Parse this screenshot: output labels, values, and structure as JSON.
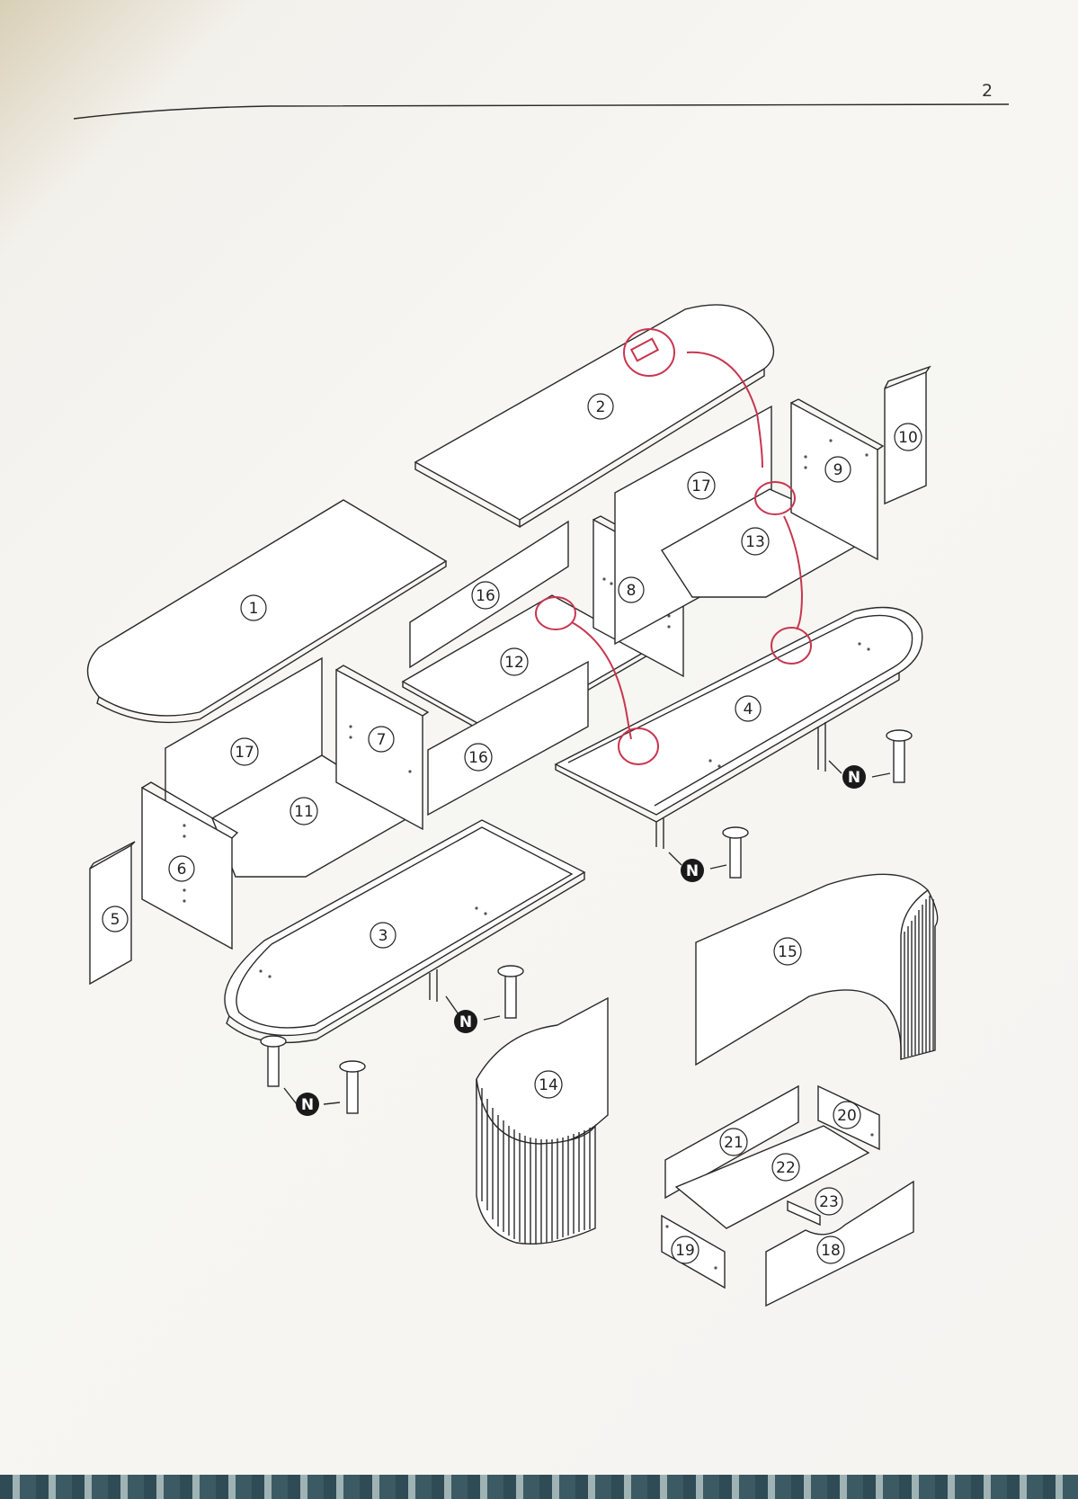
{
  "page": {
    "number": "2"
  },
  "colors": {
    "line": "#2a2a2a",
    "paper": "#f6f5f2",
    "annotation": "#c8364f",
    "hardware_badge": "#1a1a1a"
  },
  "parts": [
    {
      "id": "p1",
      "label": "1"
    },
    {
      "id": "p2",
      "label": "2"
    },
    {
      "id": "p3",
      "label": "3"
    },
    {
      "id": "p4",
      "label": "4"
    },
    {
      "id": "p5",
      "label": "5"
    },
    {
      "id": "p6",
      "label": "6"
    },
    {
      "id": "p7",
      "label": "7"
    },
    {
      "id": "p8",
      "label": "8"
    },
    {
      "id": "p9",
      "label": "9"
    },
    {
      "id": "p10",
      "label": "10"
    },
    {
      "id": "p11",
      "label": "11"
    },
    {
      "id": "p12",
      "label": "12"
    },
    {
      "id": "p13",
      "label": "13"
    },
    {
      "id": "p14",
      "label": "14"
    },
    {
      "id": "p15",
      "label": "15"
    },
    {
      "id": "p16a",
      "label": "16"
    },
    {
      "id": "p16b",
      "label": "16"
    },
    {
      "id": "p17a",
      "label": "17"
    },
    {
      "id": "p17b",
      "label": "17"
    },
    {
      "id": "p18",
      "label": "18"
    },
    {
      "id": "p19",
      "label": "19"
    },
    {
      "id": "p20",
      "label": "20"
    },
    {
      "id": "p21",
      "label": "21"
    },
    {
      "id": "p22",
      "label": "22"
    },
    {
      "id": "p23",
      "label": "23"
    }
  ],
  "hardware": [
    {
      "id": "n1",
      "label": "N"
    },
    {
      "id": "n2",
      "label": "N"
    },
    {
      "id": "n3",
      "label": "N"
    },
    {
      "id": "n4",
      "label": "N"
    }
  ]
}
